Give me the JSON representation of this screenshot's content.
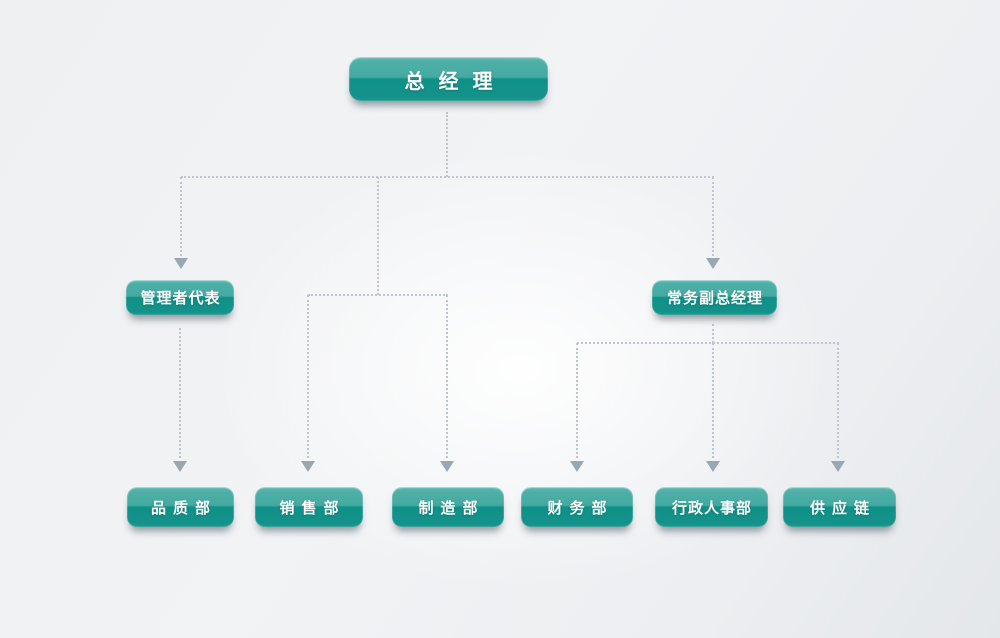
{
  "org": {
    "root": {
      "id": "general-manager",
      "label": "总经理"
    },
    "level2": [
      {
        "id": "management-representative",
        "label": "管理者代表",
        "parent": "general-manager"
      },
      {
        "id": "executive-deputy-general-manager",
        "label": "常务副总经理",
        "parent": "general-manager"
      }
    ],
    "level3": [
      {
        "id": "quality-dept",
        "label": "品质部",
        "parent": "management-representative"
      },
      {
        "id": "sales-dept",
        "label": "销售部",
        "parent": "general-manager"
      },
      {
        "id": "manufacturing-dept",
        "label": "制造部",
        "parent": "general-manager"
      },
      {
        "id": "finance-dept",
        "label": "财务部",
        "parent": "executive-deputy-general-manager"
      },
      {
        "id": "admin-hr-dept",
        "label": "行政人事部",
        "parent": "executive-deputy-general-manager"
      },
      {
        "id": "supply-chain",
        "label": "供应链",
        "parent": "executive-deputy-general-manager"
      }
    ]
  },
  "style": {
    "node_gradient_top": "#4eb0a8",
    "node_gradient_bottom": "#13928a",
    "connector_color": "#bcc5d1",
    "arrow_color": "#9aa6b2",
    "text_color": "#ffffff",
    "background": "#eff1f3"
  }
}
